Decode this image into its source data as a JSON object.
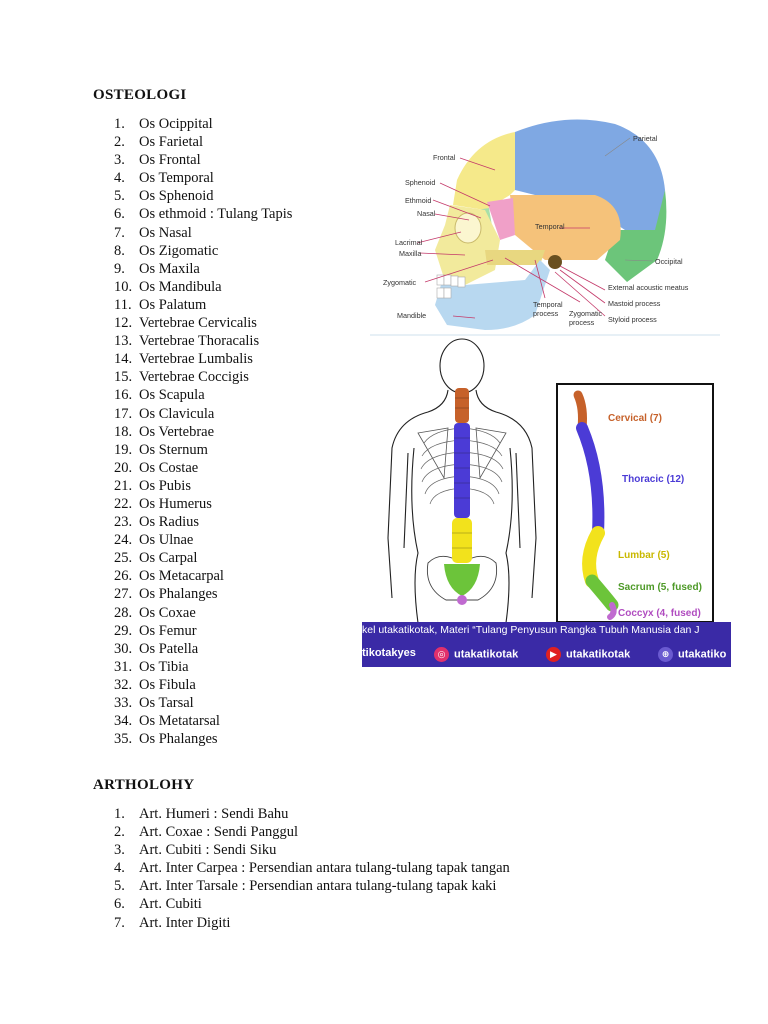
{
  "osteologi": {
    "heading": "OSTEOLOGI",
    "items": [
      {
        "num": "1.",
        "text": "Os Ocippital"
      },
      {
        "num": "2.",
        "text": "Os Farietal"
      },
      {
        "num": "3.",
        "text": "Os Frontal"
      },
      {
        "num": "4.",
        "text": "Os Temporal"
      },
      {
        "num": "5.",
        "text": "Os Sphenoid"
      },
      {
        "num": "6.",
        "text": "Os ethmoid : Tulang Tapis"
      },
      {
        "num": "7.",
        "text": "Os Nasal"
      },
      {
        "num": "8.",
        "text": "Os Zigomatic"
      },
      {
        "num": "9.",
        "text": "Os Maxila"
      },
      {
        "num": "10.",
        "text": "Os Mandibula"
      },
      {
        "num": "11.",
        "text": "Os Palatum"
      },
      {
        "num": "12.",
        "text": "Vertebrae Cervicalis"
      },
      {
        "num": "13.",
        "text": "Vertebrae Thoracalis"
      },
      {
        "num": "14.",
        "text": "Vertebrae Lumbalis"
      },
      {
        "num": "15.",
        "text": "Vertebrae Coccigis"
      },
      {
        "num": "16.",
        "text": "Os Scapula"
      },
      {
        "num": "17.",
        "text": "Os Clavicula"
      },
      {
        "num": "18.",
        "text": "Os Vertebrae"
      },
      {
        "num": "19.",
        "text": "Os Sternum"
      },
      {
        "num": "20.",
        "text": "Os Costae"
      },
      {
        "num": "21.",
        "text": "Os Pubis"
      },
      {
        "num": "22.",
        "text": "Os Humerus"
      },
      {
        "num": "23.",
        "text": "Os Radius"
      },
      {
        "num": "24.",
        "text": "Os Ulnae"
      },
      {
        "num": "25.",
        "text": "Os Carpal"
      },
      {
        "num": "26.",
        "text": "Os Metacarpal"
      },
      {
        "num": "27.",
        "text": "Os Phalanges"
      },
      {
        "num": "28.",
        "text": "Os Coxae"
      },
      {
        "num": "29.",
        "text": "Os Femur"
      },
      {
        "num": "30.",
        "text": "Os Patella"
      },
      {
        "num": "31.",
        "text": "Os Tibia"
      },
      {
        "num": "32.",
        "text": "Os Fibula"
      },
      {
        "num": "33.",
        "text": "Os Tarsal"
      },
      {
        "num": "34.",
        "text": "Os Metatarsal"
      },
      {
        "num": "35.",
        "text": "Os Phalanges"
      }
    ]
  },
  "artholohy": {
    "heading": "ARTHOLOHY",
    "items": [
      {
        "num": "1.",
        "text": "Art. Humeri : Sendi Bahu"
      },
      {
        "num": "2.",
        "text": "Art. Coxae : Sendi Panggul"
      },
      {
        "num": "3.",
        "text": "Art. Cubiti : Sendi Siku"
      },
      {
        "num": "4.",
        "text": "Art. Inter Carpea : Persendian antara tulang-tulang tapak tangan"
      },
      {
        "num": "5.",
        "text": "Art. Inter Tarsale : Persendian antara tulang-tulang tapak kaki"
      },
      {
        "num": "6.",
        "text": "Art. Cubiti"
      },
      {
        "num": "7.",
        "text": "Art. Inter Digiti"
      }
    ]
  },
  "skull_figure": {
    "labels": {
      "parietal": "Parietal",
      "frontal": "Frontal",
      "sphenoid": "Sphenoid",
      "ethmoid": "Ethmoid",
      "nasal": "Nasal",
      "temporal": "Temporal",
      "lacrimal": "Lacrimal",
      "maxilla": "Maxilla",
      "occipital": "Occipital",
      "external_acoustic_meatus": "External acoustic meatus",
      "zygomatic": "Zygomatic",
      "mastoid_process": "Mastoid process",
      "styloid_process": "Styloid process",
      "mandible": "Mandible",
      "temporal_process_1": "Temporal",
      "temporal_process_2": "process",
      "zygomatic_process_1": "Zygomatic",
      "zygomatic_process_2": "process"
    },
    "colors": {
      "parietal": "#7fa8e3",
      "frontal": "#f5e98a",
      "occipital": "#6cc57a",
      "temporal": "#f5c27a",
      "mandible": "#b8d8f0",
      "maxilla": "#f2ea9c",
      "sphenoid": "#f0a0c8",
      "ethmoid": "#a8e0a8"
    }
  },
  "spine_figure": {
    "labels": {
      "cervical": "Cervical (7)",
      "thoracic": "Thoracic (12)",
      "lumbar": "Lumbar (5)",
      "sacrum": "Sacrum (5, fused)",
      "coccyx": "Coccyx (4, fused)"
    },
    "colors": {
      "cervical": "#c6612a",
      "thoracic": "#4b3bd6",
      "lumbar": "#f2e21c",
      "sacrum": "#6cc43a",
      "coccyx": "#c06ad0"
    }
  },
  "banner": {
    "text": "kel utakatikotak, Materi “Tulang Penyusun Rangka Tubuh Manusia dan J",
    "handle_1": "tikotakyes",
    "handle_2": "utakatikotak",
    "handle_3": "utakatikotak",
    "handle_4": "utakatiko"
  }
}
